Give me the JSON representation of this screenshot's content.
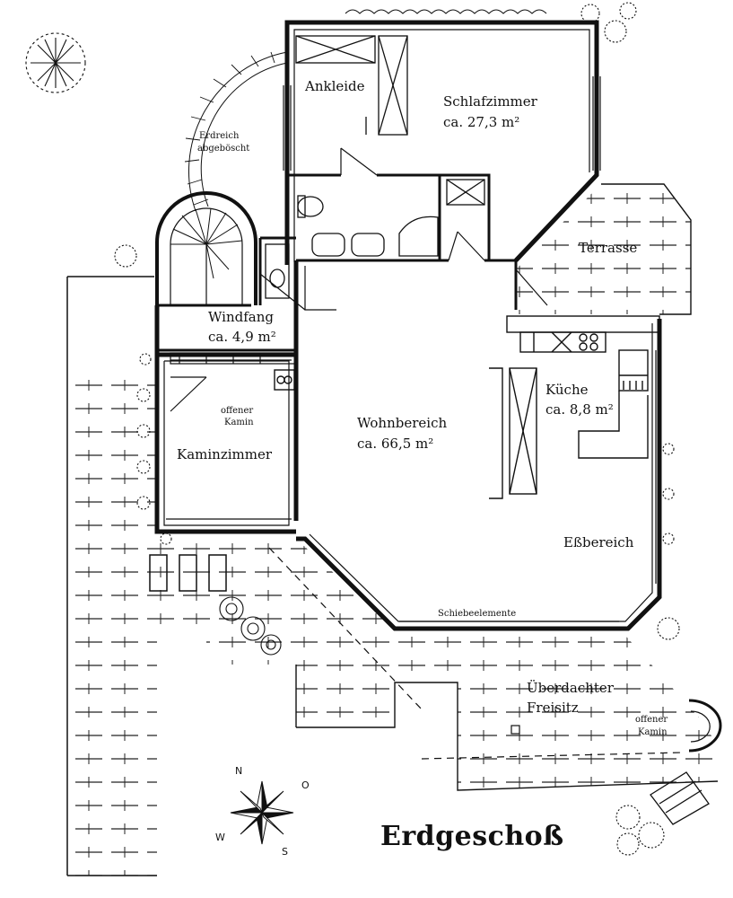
{
  "plan": {
    "title": "Erdgeschoß",
    "rooms": {
      "ankleide": {
        "name": "Ankleide"
      },
      "schlafzimmer": {
        "name": "Schlafzimmer",
        "area": "ca. 27,3 m²"
      },
      "terrasse": {
        "name": "Terrasse"
      },
      "windfang": {
        "name": "Windfang",
        "area": "ca. 4,9 m²"
      },
      "kueche": {
        "name": "Küche",
        "area": "ca. 8,8 m²"
      },
      "wohnbereich": {
        "name": "Wohnbereich",
        "area": "ca. 66,5 m²"
      },
      "kaminzimmer": {
        "name": "Kaminzimmer"
      },
      "essbereich": {
        "name": "Eßbereich"
      },
      "freisitz": {
        "name_line1": "Überdachter",
        "name_line2": "Freisitz"
      }
    },
    "notes": {
      "erdreich_line1": "Erdreich",
      "erdreich_line2": "abgeböscht",
      "kamin_inner_line1": "offener",
      "kamin_inner_line2": "Kamin",
      "kamin_outer_line1": "offener",
      "kamin_outer_line2": "Kamin",
      "schiebeelemente": "Schiebeelemente"
    },
    "compass": {
      "n": "N",
      "o": "O",
      "s": "S",
      "w": "W"
    },
    "colors": {
      "ink": "#111111",
      "paper": "#ffffff"
    }
  }
}
